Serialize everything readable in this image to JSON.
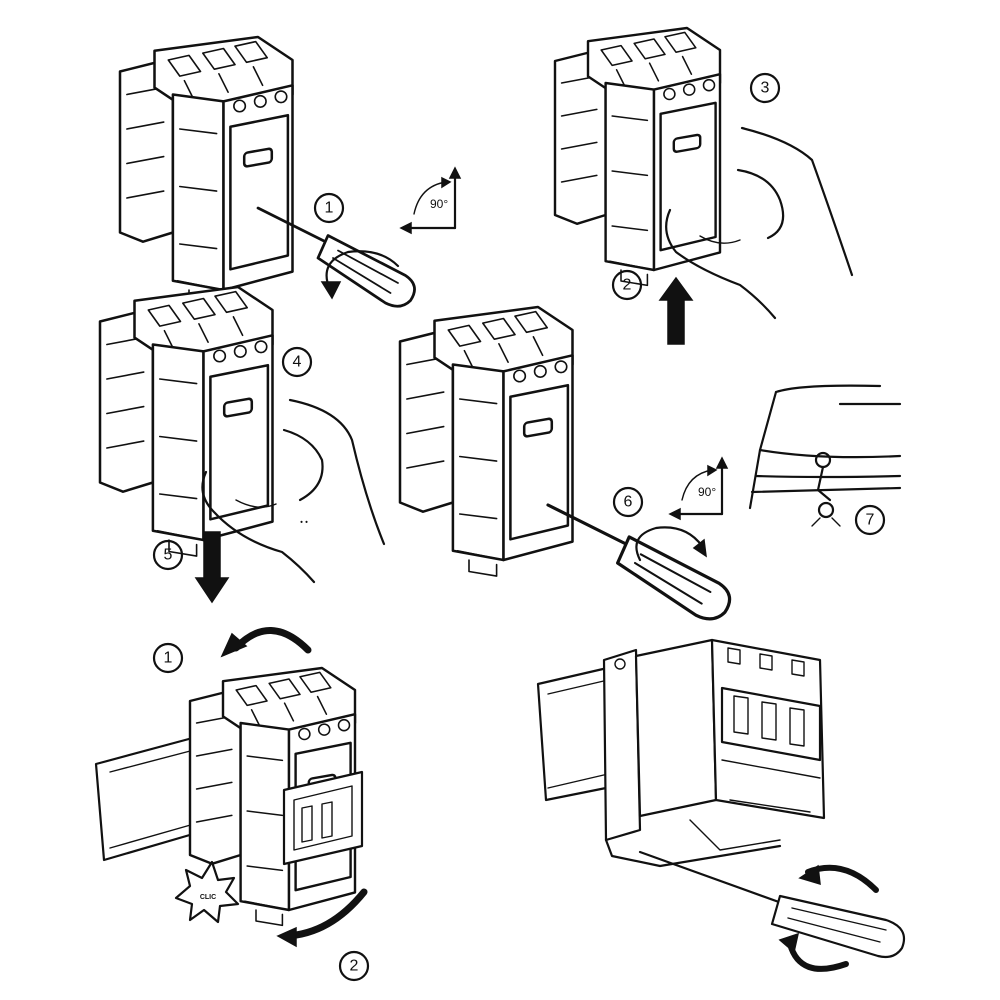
{
  "steps_top": {
    "s1": "1",
    "s2": "2",
    "s3": "3",
    "s4": "4",
    "s5": "5",
    "s6": "6",
    "s7": "7"
  },
  "angles": {
    "a1": "90°",
    "a2": "90°"
  },
  "steps_bottom": {
    "b1": "1",
    "b2": "2"
  },
  "click_label": "CLIC"
}
